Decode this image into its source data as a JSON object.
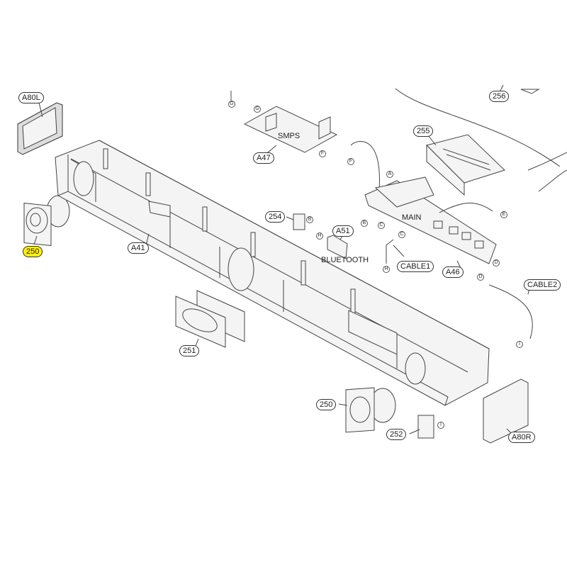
{
  "highlight_color": "#fff200",
  "callouts": {
    "a80l": "A80L",
    "a80r": "A80R",
    "p250_top": "250",
    "p250_bottom": "250",
    "a41": "A41",
    "a47": "A47",
    "p254": "254",
    "a51": "A51",
    "a46": "A46",
    "cable1": "CABLE1",
    "cable2": "CABLE2",
    "p251": "251",
    "p252": "252",
    "p255": "255",
    "p256": "256"
  },
  "board_labels": {
    "smps": "SMPS",
    "main": "MAIN",
    "bluetooth": "BLUETOOTH"
  },
  "connectors": {
    "g1": "G",
    "g2": "G",
    "f1": "F",
    "f2": "F",
    "a": "A",
    "b1": "B",
    "b2": "B",
    "c1": "C",
    "c2": "C",
    "h1": "H",
    "h2": "H",
    "e": "E",
    "d1": "D",
    "d2": "D",
    "i1": "I",
    "i2": "I"
  }
}
